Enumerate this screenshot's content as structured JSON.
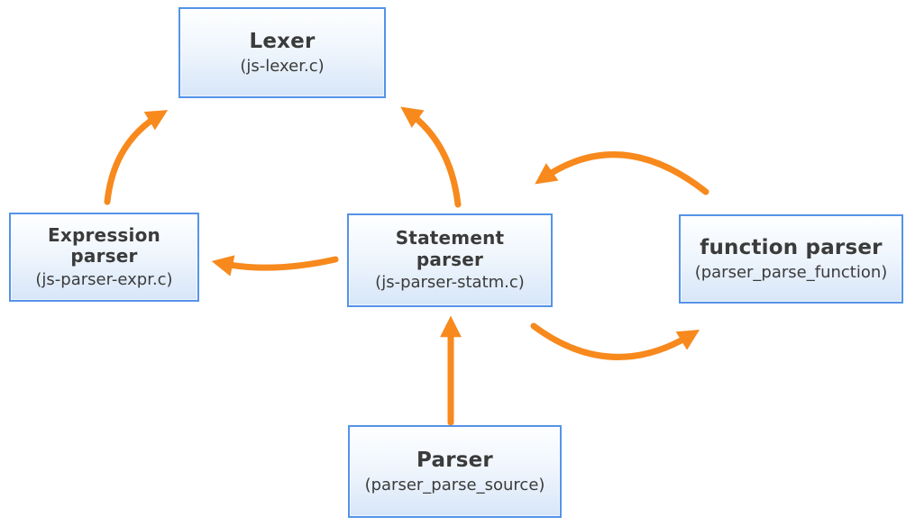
{
  "diagram": {
    "arrow_color": "#F7891D",
    "box_border_color": "#5593E9",
    "box_fill_top": "#FEFFFF",
    "box_fill_bottom": "#D7E6F8",
    "text_color": "#3B3B3B",
    "nodes": [
      {
        "id": "lexer",
        "label": "Lexer",
        "sub": "(js-lexer.c)"
      },
      {
        "id": "expression-parser",
        "label": "Expression\nparser",
        "sub": "(js-parser-expr.c)"
      },
      {
        "id": "statement-parser",
        "label": "Statement\nparser",
        "sub": "(js-parser-statm.c)"
      },
      {
        "id": "function-parser",
        "label": "function parser",
        "sub": "(parser_parse_function)"
      },
      {
        "id": "parser",
        "label": "Parser",
        "sub": "(parser_parse_source)"
      }
    ],
    "edges": [
      {
        "from": "expression-parser",
        "to": "lexer"
      },
      {
        "from": "statement-parser",
        "to": "lexer"
      },
      {
        "from": "statement-parser",
        "to": "expression-parser"
      },
      {
        "from": "function-parser",
        "to": "statement-parser"
      },
      {
        "from": "statement-parser",
        "to": "function-parser"
      },
      {
        "from": "parser",
        "to": "statement-parser"
      }
    ]
  }
}
